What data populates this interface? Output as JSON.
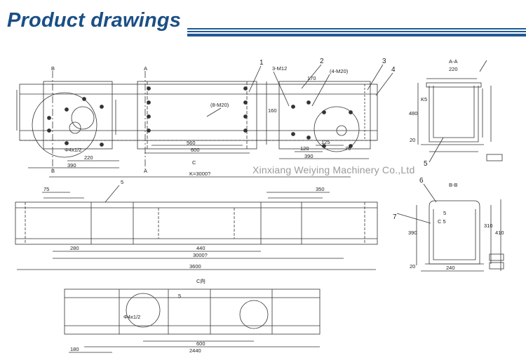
{
  "header": {
    "title": "Product drawings",
    "brand_color": "#1b4f86",
    "stripe_color": "#1f5a95"
  },
  "watermark": "Xinxiang Weiying Machinery Co.,Ltd",
  "drawing": {
    "section_labels": {
      "a": "A",
      "a2": "A",
      "b": "B",
      "b2": "B",
      "c": "C",
      "aa": "A-A",
      "bb": "B-B",
      "cc": "C向"
    },
    "callouts": [
      "1",
      "2",
      "3",
      "4",
      "5",
      "6",
      "7"
    ],
    "dims": {
      "d560": "560",
      "d600": "600",
      "d390a": "390",
      "d390b": "390",
      "d220a": "220",
      "d220b": "220",
      "d120": "120",
      "d125": "125",
      "d75": "75",
      "d170": "170",
      "d160": "160",
      "d480": "480",
      "d3600": "3600",
      "k3000": "K=3000?",
      "d75b": "75",
      "d350": "350",
      "d280": "280",
      "d440": "440",
      "d3000b": "3000?",
      "d240": "240",
      "d310": "310",
      "d410": "410",
      "d390c": "390",
      "d2440": "2440",
      "d600b": "600",
      "d180": "180",
      "d20a": "20",
      "d20b": "20"
    },
    "notes": {
      "m12": "3-M12",
      "m20": "(4-M20)",
      "bm20": "(8-M20)",
      "phi": "Φ4x1/2",
      "phi2": "Φ4x1/2",
      "k5": "K5",
      "r5a": "5",
      "r5b": "5",
      "r5c": "5",
      "c5": "C 5"
    }
  }
}
